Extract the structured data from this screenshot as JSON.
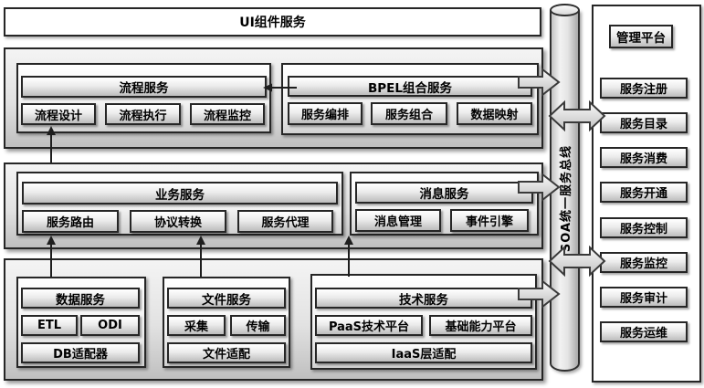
{
  "top_bar": {
    "label": "UI组件服务"
  },
  "process_layer": {
    "process_group": {
      "header": "流程服务",
      "items": [
        "流程设计",
        "流程执行",
        "流程监控"
      ]
    },
    "bpel_group": {
      "header": "BPEL组合服务",
      "items": [
        "服务编排",
        "服务组合",
        "数据映射"
      ]
    }
  },
  "business_layer": {
    "business_group": {
      "header": "业务服务",
      "items": [
        "服务路由",
        "协议转换",
        "服务代理"
      ]
    },
    "message_group": {
      "header": "消息服务",
      "items": [
        "消息管理",
        "事件引擎"
      ]
    }
  },
  "foundation_layer": {
    "data_group": {
      "header": "数据服务",
      "items": [
        "ETL",
        "ODI"
      ],
      "bottom": "DB适配器"
    },
    "file_group": {
      "header": "文件服务",
      "items": [
        "采集",
        "传输"
      ],
      "bottom": "文件适配"
    },
    "tech_group": {
      "header": "技术服务",
      "items": [
        "PaaS技术平台",
        "基础能力平台"
      ],
      "bottom": "IaaS层适配"
    }
  },
  "bus": {
    "label": "SOA统一服务总线"
  },
  "management": {
    "title": "管理平台",
    "items": [
      "服务注册",
      "服务目录",
      "服务消费",
      "服务开通",
      "服务控制",
      "服务监控",
      "服务审计",
      "服务运维"
    ]
  },
  "colors": {
    "box_border": "#262626",
    "button_gradient_top": "#ffffff",
    "button_gradient_bottom": "#bdbdbd",
    "tier_fill": "#e2e2e2",
    "background": "#ffffff"
  }
}
